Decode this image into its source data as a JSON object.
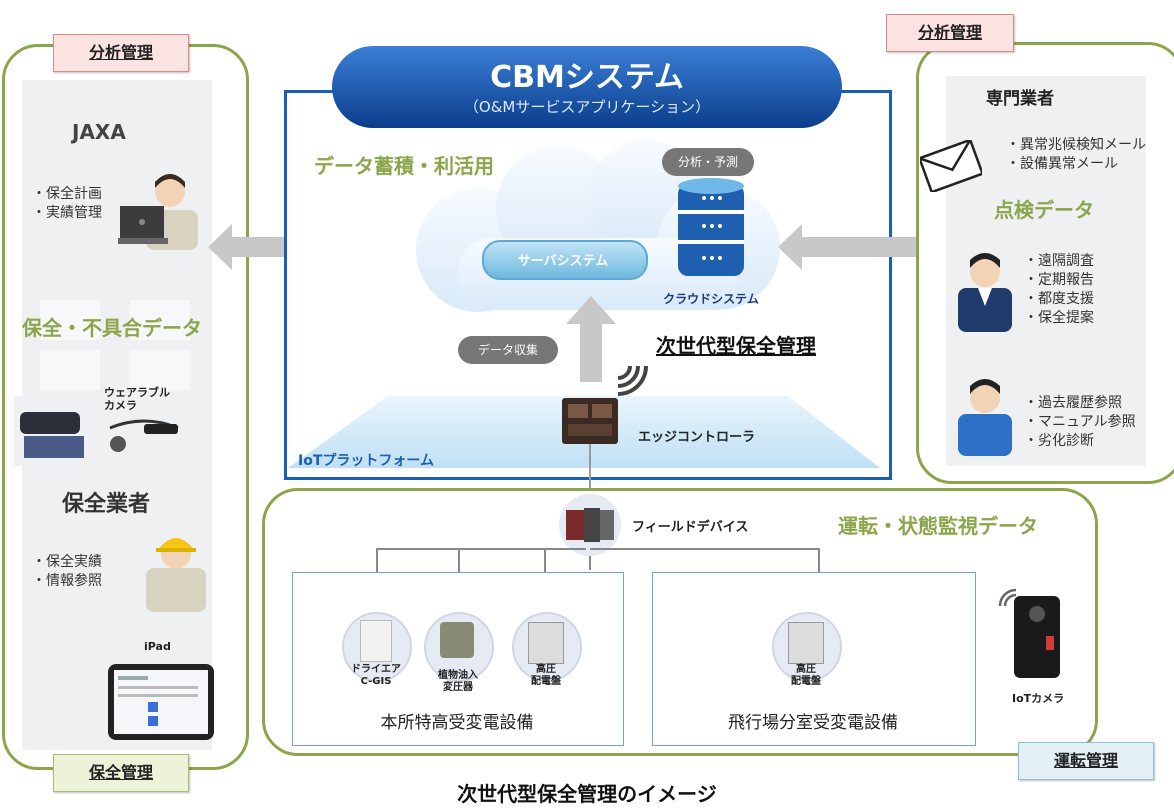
{
  "left_panel": {
    "tag_top": "分析管理",
    "org": "JAXA",
    "items_top": [
      "・保全計画",
      "・実績管理"
    ],
    "data_label": "保全・不具合データ",
    "wearable_label": [
      "ウェアラブル",
      "カメラ"
    ],
    "contractor": "保全業者",
    "items_bottom": [
      "・保全実績",
      "・情報参照"
    ],
    "ipad_label": "iPad",
    "tag_bottom": "保全管理"
  },
  "center": {
    "title": "CBMシステム",
    "subtitle": "（O&Mサービスアプリケーション）",
    "data_label": "データ蓄積・利活用",
    "server": "サーバシステム",
    "analysis": "分析・予測",
    "cloud": "クラウドシステム",
    "next_gen": "次世代型保全管理",
    "collect": "データ収集",
    "edge": "エッジコントローラ",
    "iot_platform": "IoTプラットフォーム"
  },
  "right_panel": {
    "tag": "分析管理",
    "org": "専門業者",
    "mail_items": [
      "・異常兆候検知メール",
      "・設備異常メール"
    ],
    "data_label": "点検データ",
    "group1": [
      "・遠隔調査",
      "・定期報告",
      "・都度支援",
      "・保全提案"
    ],
    "group2": [
      "・過去履歴参照",
      "・マニュアル参照",
      "・劣化診断"
    ]
  },
  "bottom_panel": {
    "field_device": "フィールドデバイス",
    "data_label": "運転・状態監視データ",
    "site1": {
      "name": "本所特高受変電設備",
      "eq": [
        [
          "ドライエア",
          "C-GIS"
        ],
        [
          "植物油入",
          "変圧器"
        ],
        [
          "高圧",
          "配電盤"
        ]
      ]
    },
    "site2": {
      "name": "飛行場分室受変電設備",
      "eq": [
        [
          "高圧",
          "配電盤"
        ]
      ]
    },
    "iot_camera": "IoTカメラ",
    "tag": "運転管理"
  },
  "caption": "次世代型保全管理のイメージ",
  "colors": {
    "panel_border": "#8aa64a",
    "accent_blue": "#1a5fb4",
    "green_text": "#8aa64a"
  }
}
